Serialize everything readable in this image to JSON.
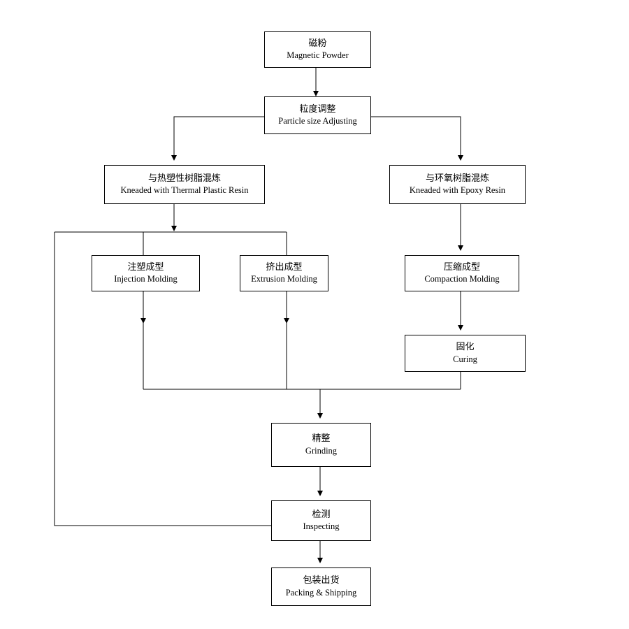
{
  "nodes": {
    "magnetic_powder": {
      "zh": "磁粉",
      "en": "Magnetic Powder"
    },
    "particle_size": {
      "zh": "粒度调整",
      "en": "Particle size Adjusting"
    },
    "thermal_plastic": {
      "zh": "与热塑性树脂混炼",
      "en": "Kneaded with Thermal Plastic Resin"
    },
    "epoxy": {
      "zh": "与环氧树脂混炼",
      "en": "Kneaded with Epoxy Resin"
    },
    "injection": {
      "zh": "注塑成型",
      "en": "Injection Molding"
    },
    "extrusion": {
      "zh": "挤出成型",
      "en": "Extrusion Molding"
    },
    "compaction": {
      "zh": "压缩成型",
      "en": "Compaction Molding"
    },
    "curing": {
      "zh": "固化",
      "en": "Curing"
    },
    "grinding": {
      "zh": "精整",
      "en": "Grinding"
    },
    "inspecting": {
      "zh": "检测",
      "en": "Inspecting"
    },
    "packing": {
      "zh": "包装出货",
      "en": "Packing & Shipping"
    }
  }
}
